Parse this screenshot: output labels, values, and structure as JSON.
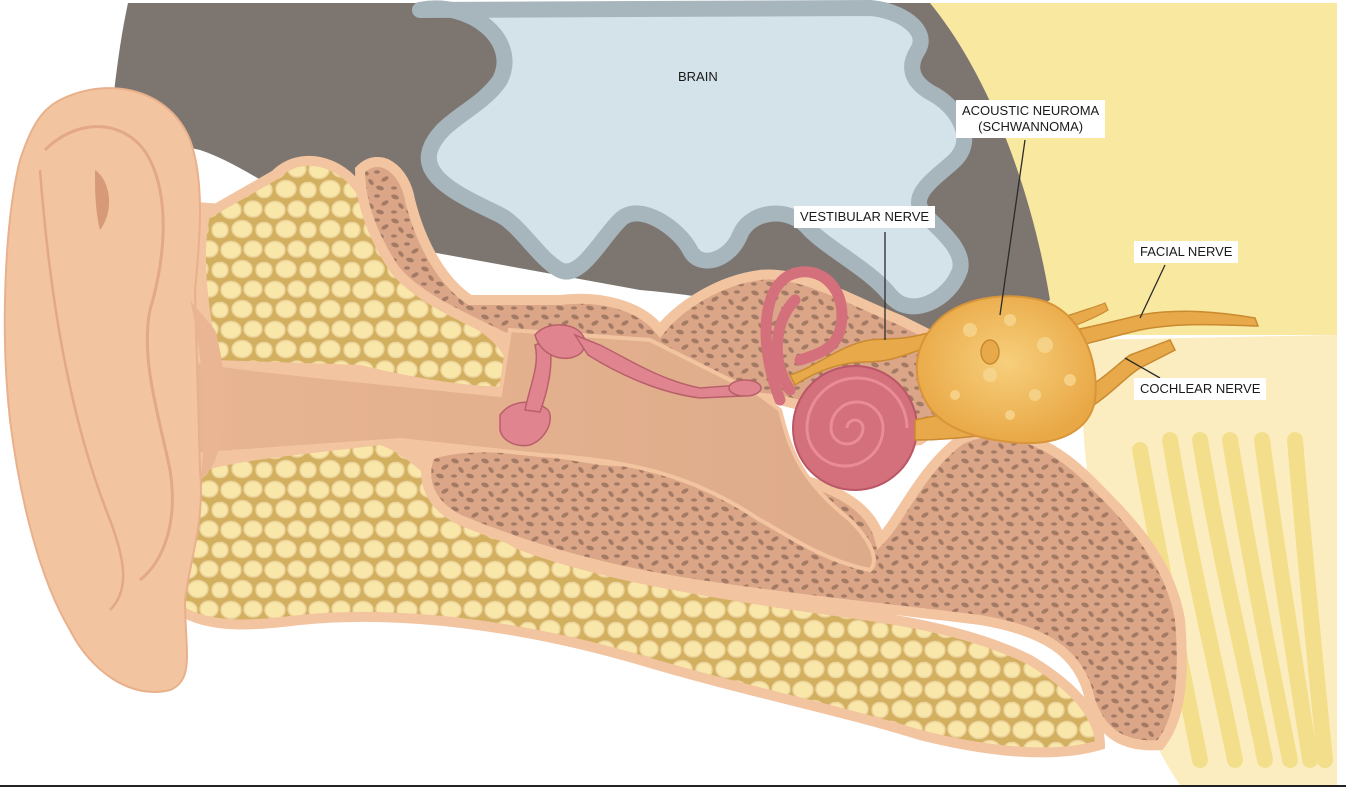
{
  "labels": {
    "brain": "BRAIN",
    "acoustic_neuroma_line1": "ACOUSTIC NEUROMA",
    "acoustic_neuroma_line2": "(SCHWANNOMA)",
    "vestibular_nerve": "VESTIBULAR NERVE",
    "facial_nerve": "FACIAL NERVE",
    "cochlear_nerve": "COCHLEAR NERVE"
  },
  "colors": {
    "skin": "#f3c4a0",
    "skin_dark": "#e3a886",
    "skull_gray": "#7d7670",
    "brain": "#d4e2ea",
    "brain_outline": "#a7b5bd",
    "bone_fill": "#f6e5a8",
    "bone_dots": "#b28d75",
    "spongy_bone": "#a37a64",
    "ossicle": "#e0858f",
    "cochlea": "#d46f7c",
    "nerve": "#e8a94a",
    "tumor": "#f0b75a",
    "tissue": "#f9e8a0"
  }
}
